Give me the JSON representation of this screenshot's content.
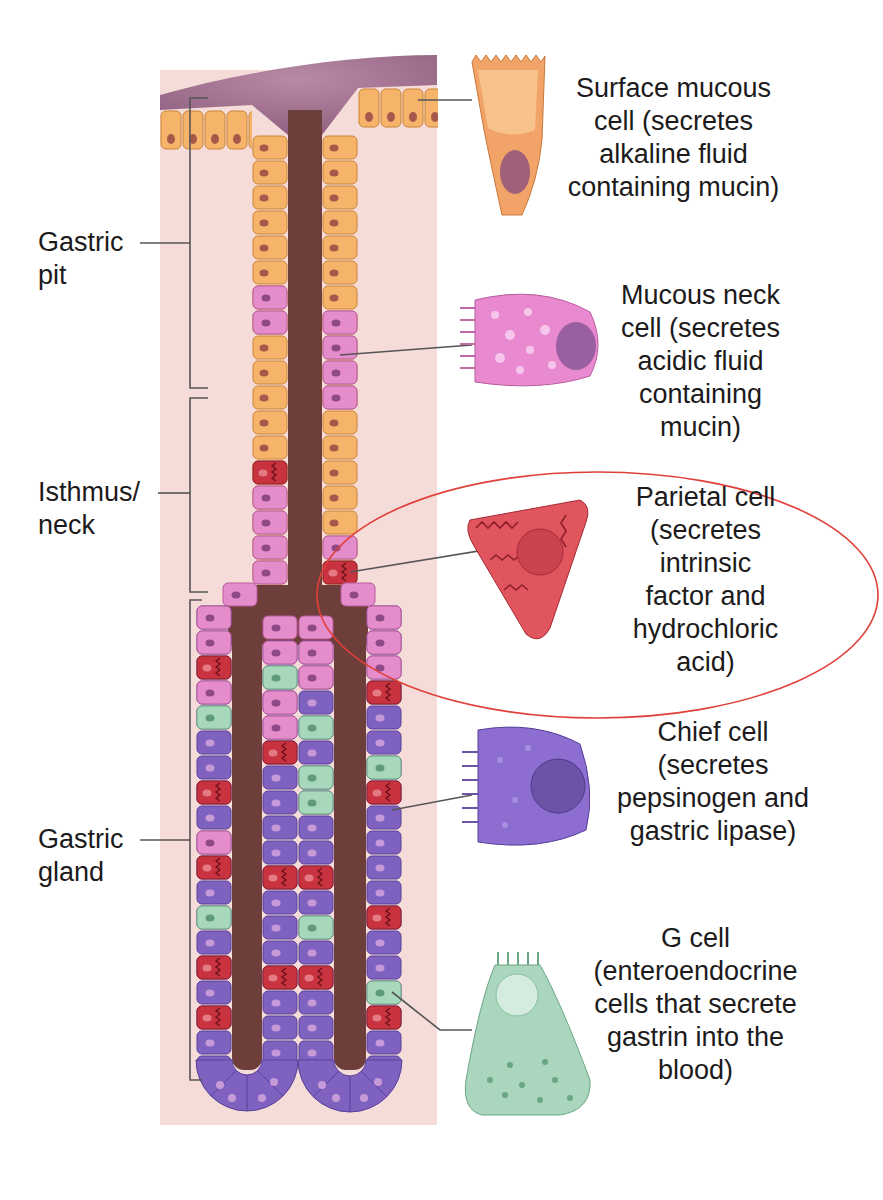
{
  "diagram": {
    "nodes": [
      {
        "text": [
          "Parietal cell (secretes intrinsic factor and hydrochloric acid)"
        ]
      }
    ],
    "labels": [
      "Gastric pit",
      "Isthmus/ neck",
      "Gastric gland",
      "Surface mucous cell (secretes alkaline fluid containing mucin)",
      "Mucous neck cell (secretes acidic fluid containing mucin)",
      "Chief cell (secretes pepsinogen and gastric lipase)",
      "G cell (enteroendocrine cells that secrete gastrin into the blood)"
    ]
  }
}
